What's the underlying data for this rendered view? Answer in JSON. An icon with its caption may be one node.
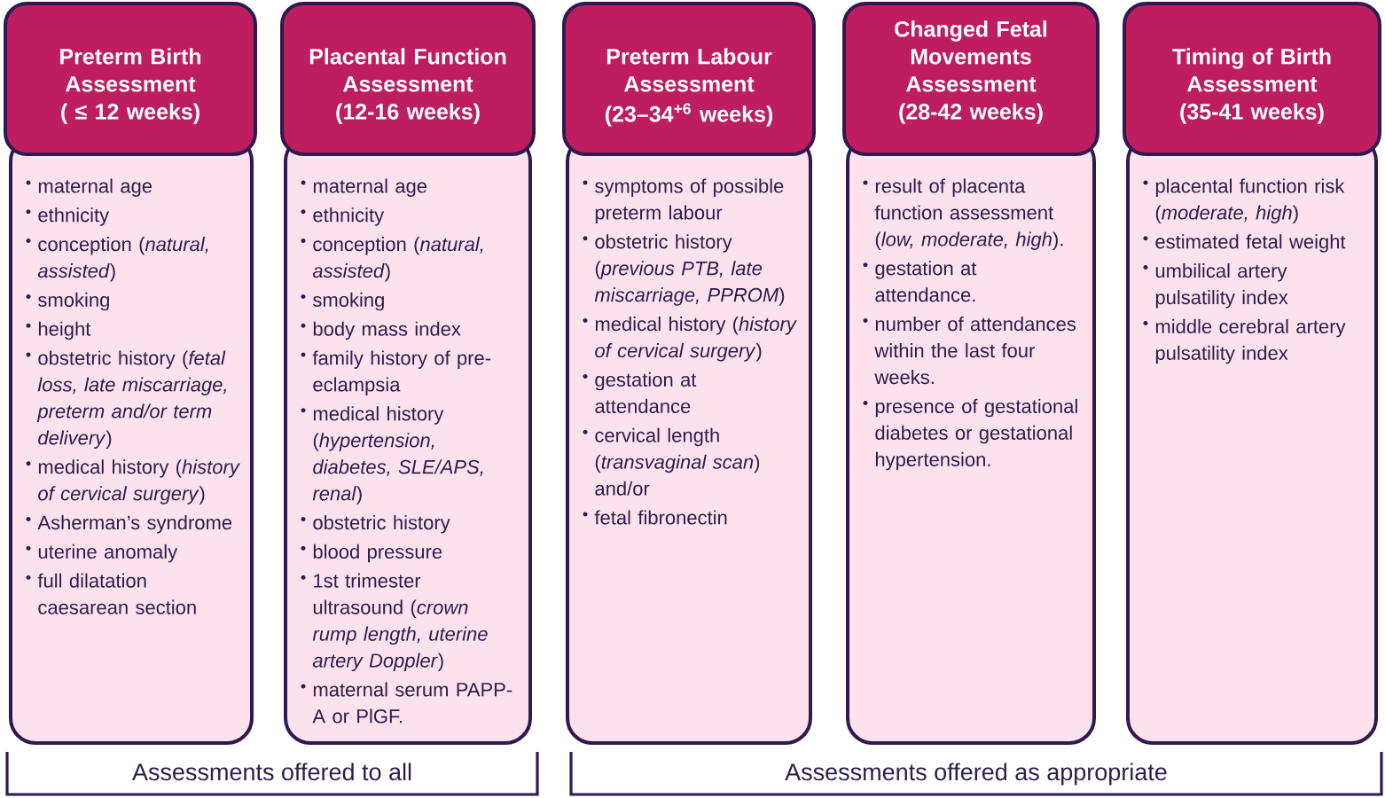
{
  "diagram": {
    "nodes": [
      {
        "text": [
          "Preterm Birth Assessment",
          "( ≤ 12 weeks)"
        ]
      },
      {
        "text": [
          "maternal age",
          "ethnicity",
          "conception (*natural, assisted*)",
          "smoking",
          "height",
          "obstetric history (*fetal loss, late miscarriage, preterm and/or term delivery*)",
          "medical history (*history of cervical surgery*)",
          "Asherman’s syndrome",
          "uterine anomaly",
          "full dilatation caesarean section"
        ]
      },
      {
        "text": [
          "Placental Function Assessment",
          "(12-16 weeks)"
        ]
      },
      {
        "text": [
          "maternal age",
          "ethnicity",
          "conception (*natural, assisted*)",
          "smoking",
          "body mass index",
          "family history of pre-eclampsia",
          "medical history (*hypertension, diabetes, SLE/APS, renal*)",
          "obstetric history",
          "blood pressure",
          "1st trimester ultrasound (*crown rump length, uterine artery Doppler*)",
          "maternal serum PAPP-A or PlGF."
        ]
      },
      {
        "text": [
          "Preterm Labour Assessment",
          "(23–34$^{+6}$ weeks)"
        ]
      },
      {
        "text": [
          "symptoms of possible preterm labour",
          "obstetric history (*previous PTB, late miscarriage, PPROM*)",
          "medical history (*history of cervical surgery*)",
          "gestation at attendance",
          "cervical length (*transvaginal scan*) and/or",
          "fetal fibronectin"
        ]
      },
      {
        "text": [
          "Changed Fetal Movements Assessment",
          "(28-42 weeks)"
        ]
      },
      {
        "text": [
          "result of placenta function assessment (*low, moderate, high*).",
          "gestation at attendance.",
          "number of attendances within the last four weeks.",
          "presence of gestational diabetes or gestational hypertension."
        ]
      },
      {
        "text": [
          "Timing of Birth Assessment",
          "(35-41 weeks)"
        ]
      },
      {
        "text": [
          "placental function risk (*moderate, high*)",
          "estimated fetal weight",
          "umbilical artery pulsatility index",
          "middle cerebral artery pulsatility index"
        ]
      }
    ],
    "labels": [
      "Assessments offered to all",
      "Assessments offered as appropriate"
    ]
  }
}
